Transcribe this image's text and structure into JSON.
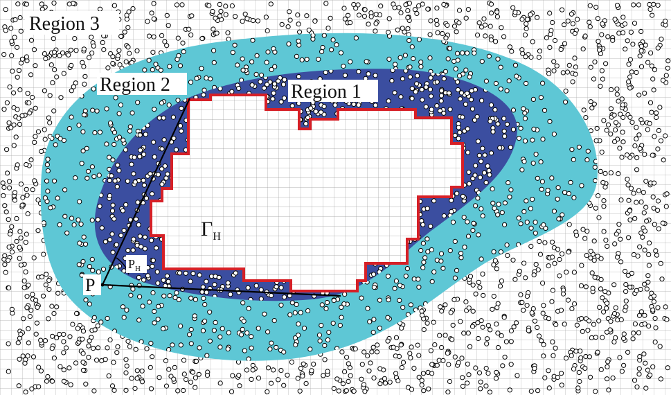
{
  "labels": {
    "region3": "Region 3",
    "region2": "Region 2",
    "region1": "Region 1",
    "gamma_main": "Γ",
    "gamma_sub": "H",
    "point": "P",
    "p_main": "P",
    "p_sub": "H"
  },
  "colors": {
    "background": "#ffffff",
    "grid": "#a9a9a9",
    "region2": "#5ec7d5",
    "region1": "#3b4ea0",
    "boundary": "#d62027",
    "particle_fill": "#ffffff",
    "particle_stroke": "#000000",
    "tangent_line": "#000000"
  }
}
